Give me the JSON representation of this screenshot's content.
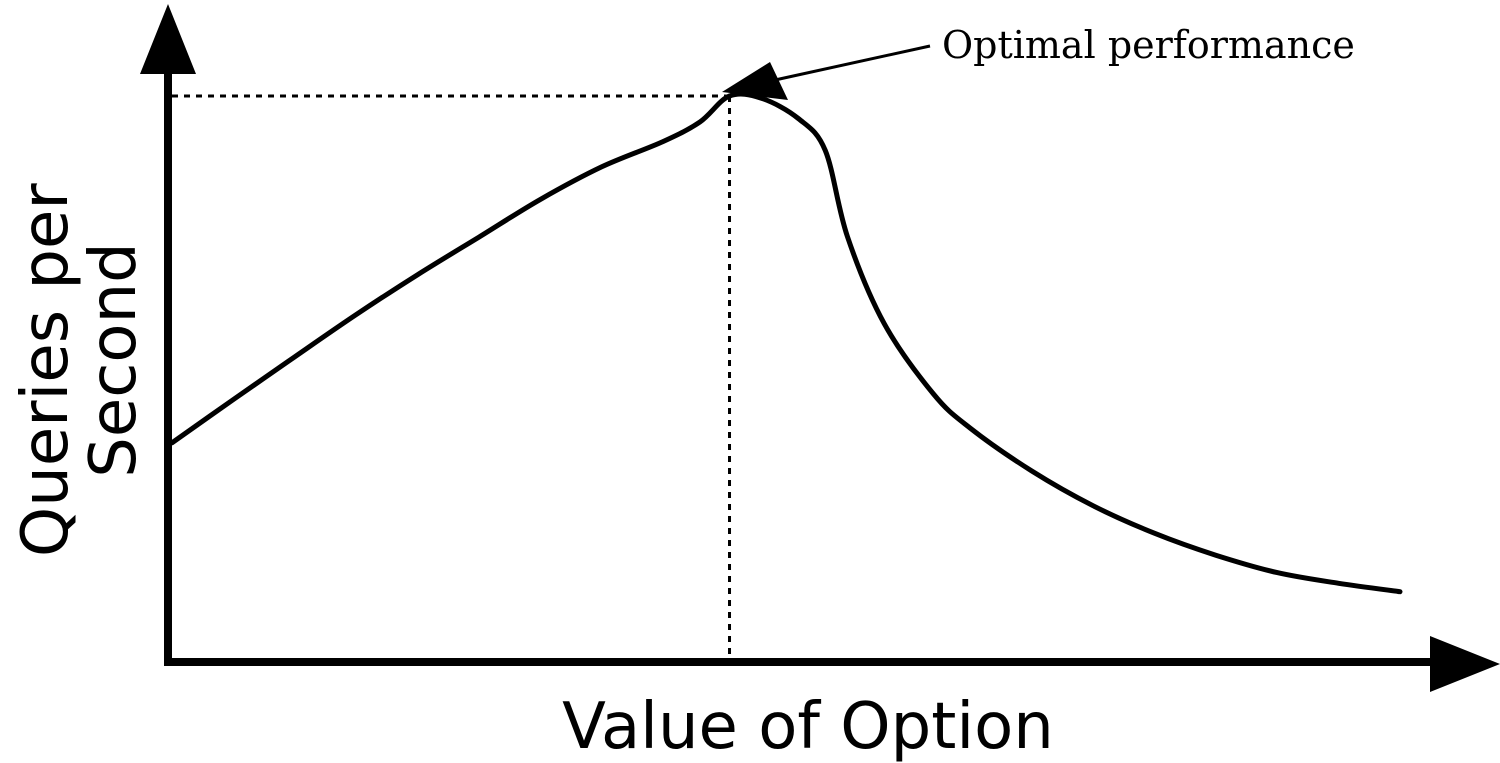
{
  "chart_data": {
    "type": "line",
    "xlabel": "Value of Option",
    "ylabel_lines": [
      "Queries per",
      "Second"
    ],
    "grid": false,
    "ticks_shown": false,
    "xlim": [
      0,
      100
    ],
    "ylim": [
      0,
      100
    ],
    "series": [
      {
        "points": [
          [
            0,
            38.3
          ],
          [
            5,
            46.0
          ],
          [
            10,
            53.6
          ],
          [
            15,
            61.1
          ],
          [
            20,
            68.2
          ],
          [
            25,
            74.9
          ],
          [
            30,
            81.6
          ],
          [
            35,
            87.4
          ],
          [
            40,
            91.9
          ],
          [
            43,
            95.4
          ],
          [
            45.4,
            100
          ],
          [
            48,
            99.6
          ],
          [
            51,
            96.0
          ],
          [
            53.2,
            90.3
          ],
          [
            55,
            75.0
          ],
          [
            58,
            59.5
          ],
          [
            62,
            47.0
          ],
          [
            65,
            40.9
          ],
          [
            70,
            33.3
          ],
          [
            75,
            27.1
          ],
          [
            80,
            22.2
          ],
          [
            85,
            18.3
          ],
          [
            90,
            15.2
          ],
          [
            95,
            13.3
          ],
          [
            100,
            11.8
          ]
        ]
      }
    ],
    "reference_point": {
      "x": 45.4,
      "y": 100
    },
    "annotations": [
      {
        "text": "Optimal performance",
        "points_to": {
          "x": 45.4,
          "y": 100
        }
      }
    ]
  }
}
